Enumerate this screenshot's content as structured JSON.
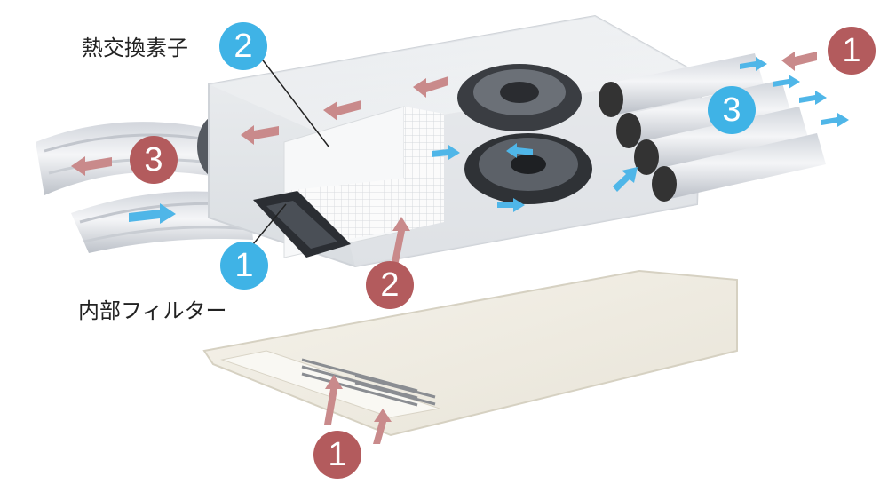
{
  "labels": {
    "heat_exchanger": "熱交換素子",
    "internal_filter": "内部フィルター"
  },
  "markers": {
    "supply_intake": "1",
    "heat_exchange": "2",
    "exhaust": "3"
  },
  "colors": {
    "exhaust_air": "#b35b5d",
    "fresh_air": "#3fb3e6"
  }
}
